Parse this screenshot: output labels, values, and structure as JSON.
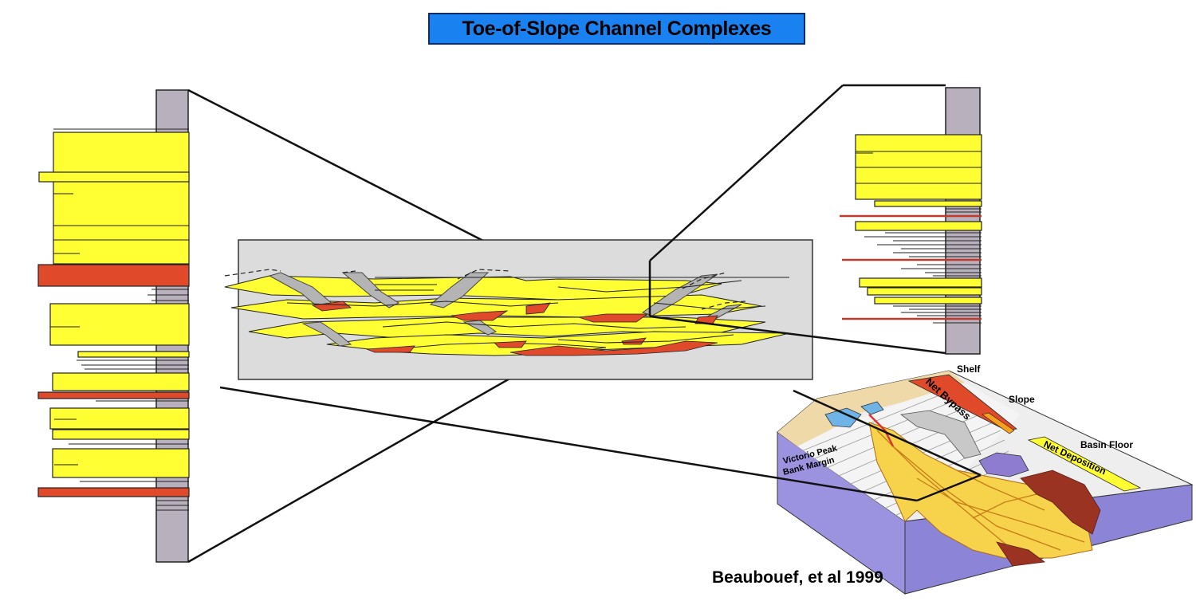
{
  "title": "Toe-of-Slope Channel Complexes",
  "citation": "Beaubouef, et al 1999",
  "block_diagram": {
    "labels": {
      "shelf": "Shelf",
      "slope": "Slope",
      "basin_floor": "Basin Floor",
      "net_bypass": "Net Bypass",
      "net_deposition": "Net Deposition",
      "bank_margin_line1": "Victorio Peak",
      "bank_margin_line2": "Bank Margin"
    }
  },
  "colors": {
    "title_bg": "#1a82f0",
    "sand": "#ffff33",
    "red_bed": "#e04a2a",
    "column_gray": "#b8b0bc",
    "panel_gray": "#dcdcdc",
    "block_side": "#9b93e0"
  }
}
